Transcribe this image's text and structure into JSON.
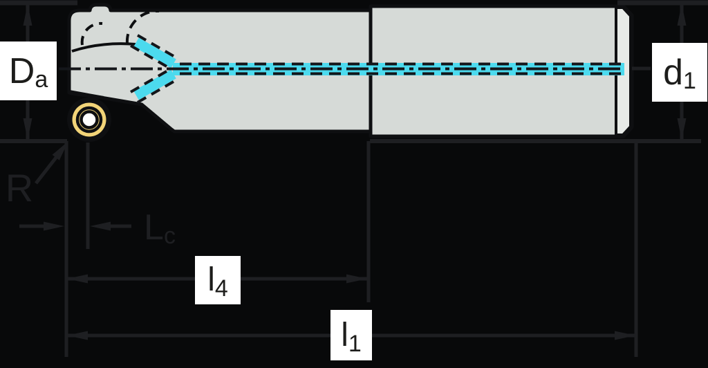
{
  "diagram": {
    "kind": "milling-cutter-dimension-drawing",
    "labels": {
      "da": {
        "main": "D",
        "sub": "a"
      },
      "d1": {
        "main": "d",
        "sub": "1"
      },
      "r": {
        "main": "R",
        "sub": ""
      },
      "lc": {
        "main": "L",
        "sub": "c"
      },
      "l4": {
        "main": "l",
        "sub": "4"
      },
      "l1": {
        "main": "l",
        "sub": "1"
      }
    },
    "colors": {
      "background": "#08090a",
      "dimension-line": "#1e1f22",
      "body-fill": "#d6dad7",
      "body-outline": "#0e0f11",
      "end-face-fill": "#e7eae7",
      "coolant-fill": "#4cdaee",
      "coolant-dash": "#14161a",
      "insert-yellow": "#f2d478",
      "insert-center": "#ffffff",
      "label-box": "#ffffff",
      "label-text": "#1d1d1b"
    }
  }
}
